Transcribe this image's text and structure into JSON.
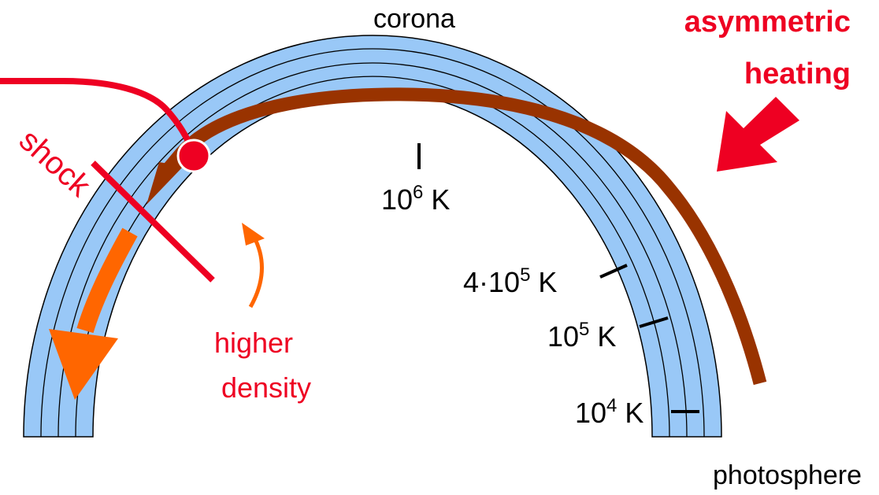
{
  "labels": {
    "corona": "corona",
    "asym_line1": "asymmetric",
    "asym_line2": "heating",
    "shock": "shock",
    "higher_line1": "higher",
    "higher_line2": "density",
    "photosphere": "photosphere",
    "t6_base": "10",
    "t6_exp": "6",
    "t6_unit": " K",
    "t45_base": "4·10",
    "t45_exp": "5",
    "t45_unit": " K",
    "t5_base": "10",
    "t5_exp": "5",
    "t5_unit": " K",
    "t4_base": "10",
    "t4_exp": "4",
    "t4_unit": " K"
  },
  "colors": {
    "loop_fill": "#99c8f7",
    "flow": "#993300",
    "shock": "#ee0022",
    "downflow": "#ff6600",
    "text_red": "#ee0022",
    "text_black": "#000000"
  }
}
